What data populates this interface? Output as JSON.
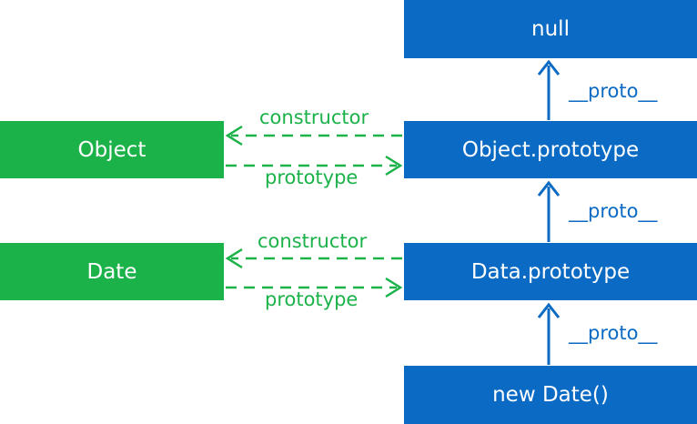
{
  "nodes": {
    "null": "null",
    "object_prototype": "Object.prototype",
    "data_prototype": "Data.prototype",
    "new_date": "new Date()",
    "object": "Object",
    "date": "Date"
  },
  "edges": {
    "constructor_1": "constructor",
    "prototype_1": "prototype",
    "constructor_2": "constructor",
    "prototype_2": "prototype",
    "proto_1": "__proto__",
    "proto_2": "__proto__",
    "proto_3": "__proto__"
  },
  "colors": {
    "green": "#1cb24a",
    "blue": "#0b6ac3"
  }
}
